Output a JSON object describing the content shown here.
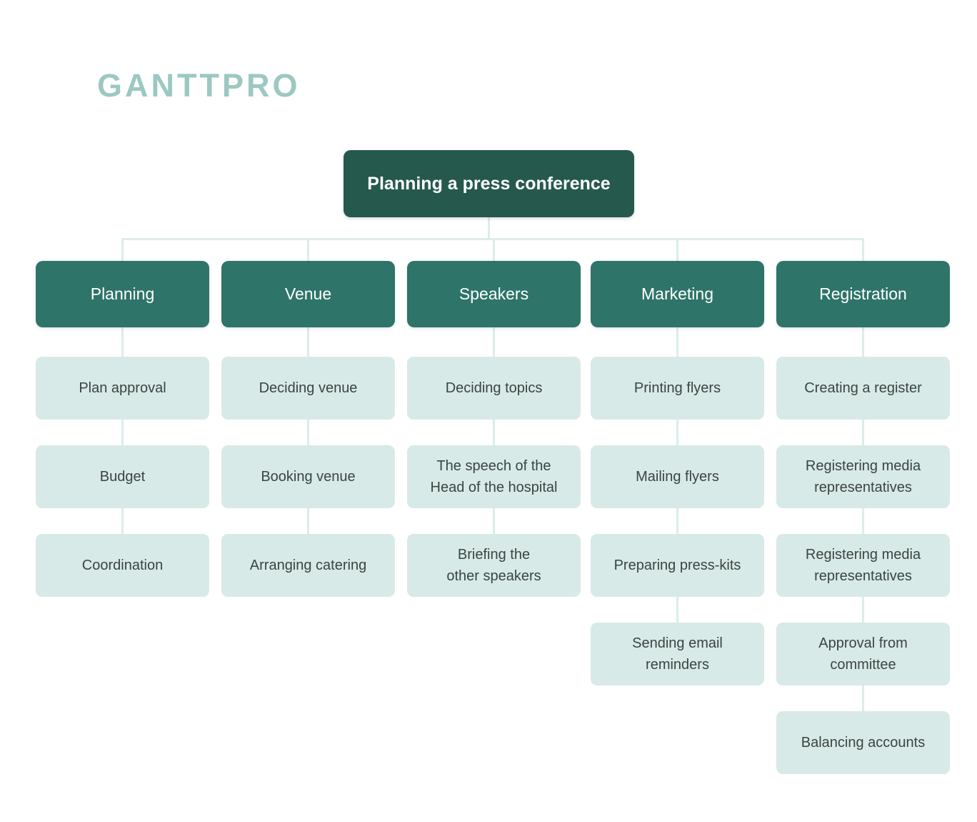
{
  "logo": {
    "text": "GANTTPRO",
    "color": "#9cc8c2"
  },
  "root": {
    "label": "Planning a press conference"
  },
  "columns": [
    {
      "label": "Planning",
      "items": [
        "Plan approval",
        "Budget",
        "Coordination"
      ]
    },
    {
      "label": "Venue",
      "items": [
        "Deciding venue",
        "Booking venue",
        "Arranging catering"
      ]
    },
    {
      "label": "Speakers",
      "items": [
        "Deciding topics",
        "The speech of the\nHead of the hospital",
        "Briefing the\nother speakers"
      ]
    },
    {
      "label": "Marketing",
      "items": [
        "Printing flyers",
        "Mailing flyers",
        "Preparing press-kits",
        "Sending email\nreminders"
      ]
    },
    {
      "label": "Registration",
      "items": [
        "Creating a register",
        "Registering media\nrepresentatives",
        "Registering media\nrepresentatives",
        "Approval from\ncommittee",
        "Balancing accounts"
      ]
    }
  ],
  "colors": {
    "root_node": "#26594e",
    "category_node": "#2e7468",
    "task_node": "#d8eae8",
    "connector_line": "#dcedea",
    "task_text": "#3a4540",
    "node_text": "#ffffff",
    "logo": "#9cc8c2",
    "background": "#ffffff"
  }
}
